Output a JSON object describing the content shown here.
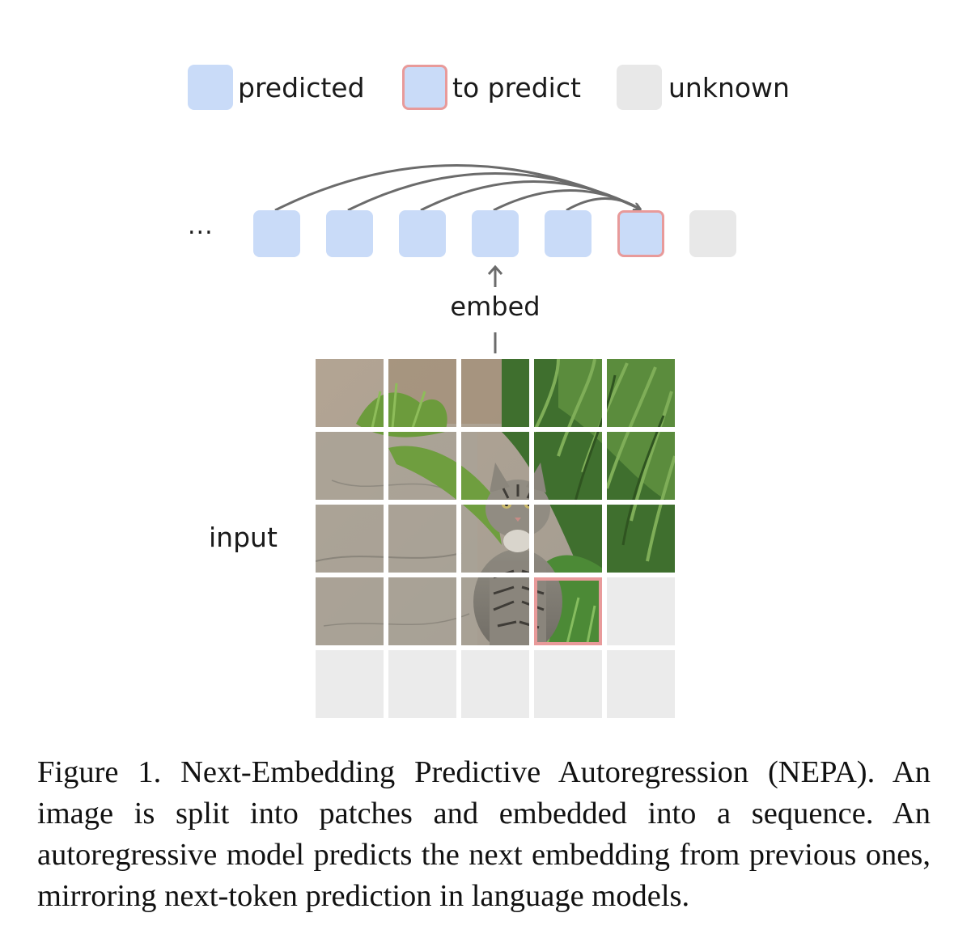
{
  "legend": [
    {
      "label": "predicted",
      "kind": "predicted"
    },
    {
      "label": "to predict",
      "kind": "to-predict"
    },
    {
      "label": "unknown",
      "kind": "unknown"
    }
  ],
  "sequence": {
    "ellipsis": "...",
    "tokens": [
      "predicted",
      "predicted",
      "predicted",
      "predicted",
      "predicted",
      "to-predict",
      "unknown"
    ]
  },
  "embed_label": "embed",
  "input_label": "input",
  "grid": {
    "rows": 5,
    "cols": 5,
    "image_content": "cat sitting on a pavement path next to grass",
    "to_predict_patch": [
      3,
      3
    ],
    "unknown_from": [
      3,
      4
    ]
  },
  "colors": {
    "predicted_fill": "#c9dbf8",
    "to_predict_border": "#e89a9a",
    "unknown_fill": "#e8e8e8",
    "arrow": "#6b6b6b"
  },
  "caption": "Figure 1. Next-Embedding Predictive Autoregression (NEPA). An image is split into patches and embedded into a sequence.  An autoregressive model predicts the next embedding from previous ones, mirroring next-token prediction in language models."
}
